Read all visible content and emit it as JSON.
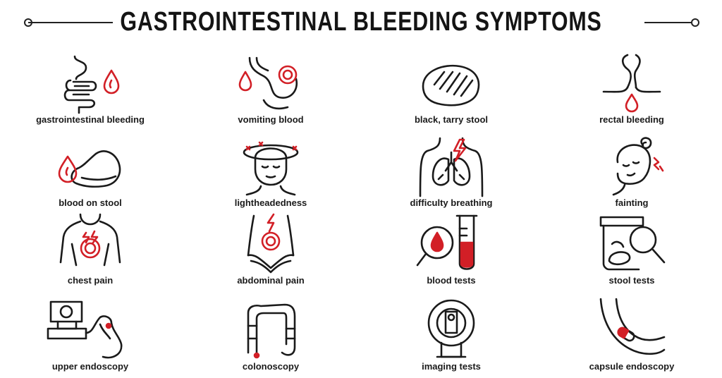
{
  "title": "GASTROINTESTINAL BLEEDING SYMPTOMS",
  "colors": {
    "accent": "#d21f26",
    "ink": "#1a1a1a",
    "background": "#ffffff"
  },
  "items": [
    {
      "label": "gastrointestinal bleeding",
      "icon": "digestive-tract-blood-drop-icon"
    },
    {
      "label": "vomiting blood",
      "icon": "stomach-blood-drop-icon"
    },
    {
      "label": "black, tarry stool",
      "icon": "tarry-stool-icon"
    },
    {
      "label": "rectal bleeding",
      "icon": "rectum-blood-drop-icon"
    },
    {
      "label": "blood on stool",
      "icon": "stool-blood-drop-icon"
    },
    {
      "label": "lightheadedness",
      "icon": "dizzy-head-icon"
    },
    {
      "label": "difficulty breathing",
      "icon": "lungs-lightning-icon"
    },
    {
      "label": "fainting",
      "icon": "fainting-head-icon"
    },
    {
      "label": "chest pain",
      "icon": "chest-pain-icon"
    },
    {
      "label": "abdominal pain",
      "icon": "abdomen-pain-icon"
    },
    {
      "label": "blood tests",
      "icon": "blood-test-tube-magnifier-icon"
    },
    {
      "label": "stool tests",
      "icon": "stool-sample-magnifier-icon"
    },
    {
      "label": "upper endoscopy",
      "icon": "endoscope-monitor-stomach-icon"
    },
    {
      "label": "colonoscopy",
      "icon": "colon-icon"
    },
    {
      "label": "imaging tests",
      "icon": "mri-scanner-icon"
    },
    {
      "label": "capsule endoscopy",
      "icon": "capsule-in-intestine-icon"
    }
  ]
}
